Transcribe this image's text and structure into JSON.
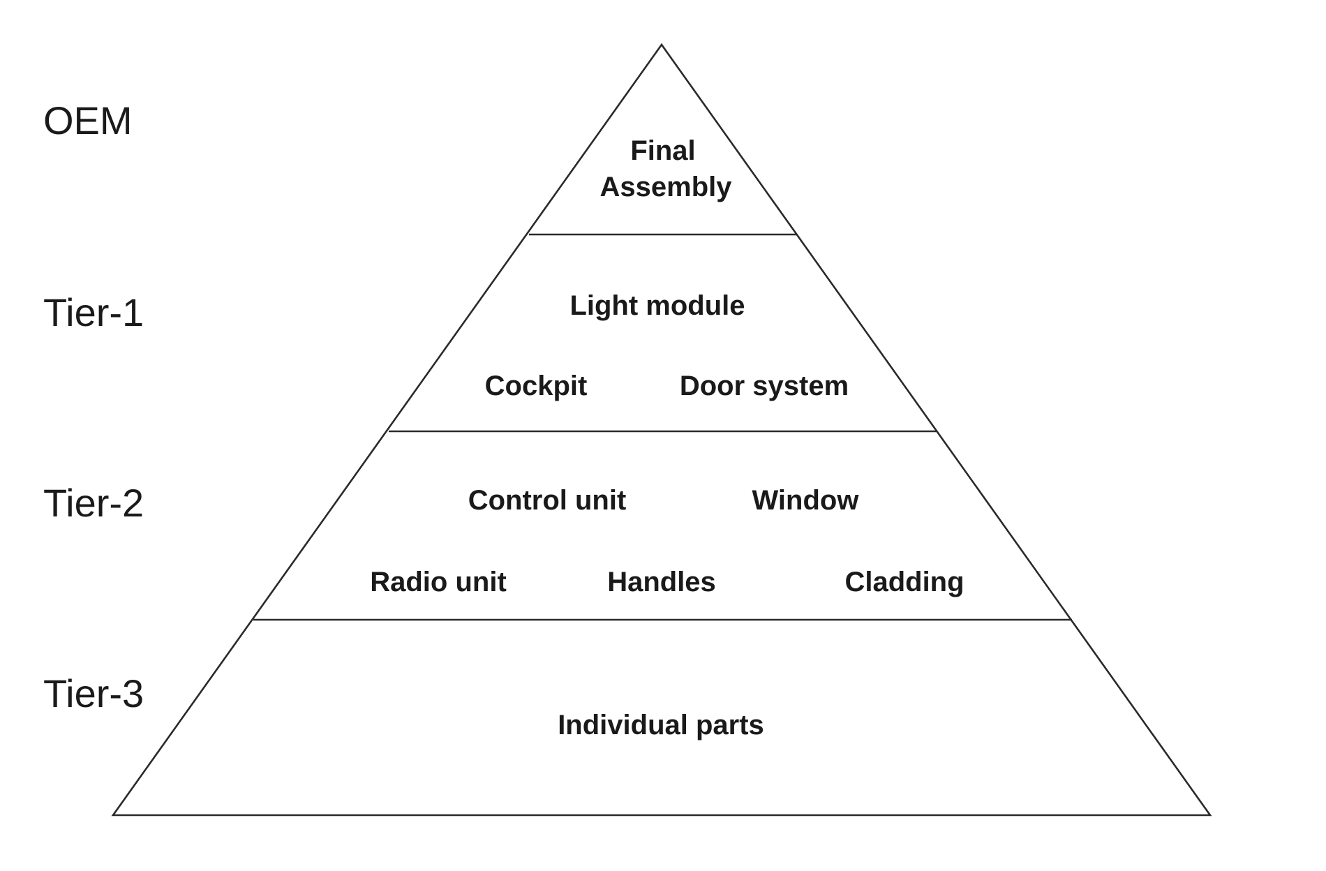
{
  "tiers": [
    {
      "label": "OEM",
      "items": [
        "Final",
        "Assembly"
      ]
    },
    {
      "label": "Tier-1",
      "items": [
        "Light module",
        "Cockpit",
        "Door system"
      ]
    },
    {
      "label": "Tier-2",
      "items": [
        "Control unit",
        "Window",
        "Radio unit",
        "Handles",
        "Cladding"
      ]
    },
    {
      "label": "Tier-3",
      "items": [
        "Individual parts"
      ]
    }
  ]
}
